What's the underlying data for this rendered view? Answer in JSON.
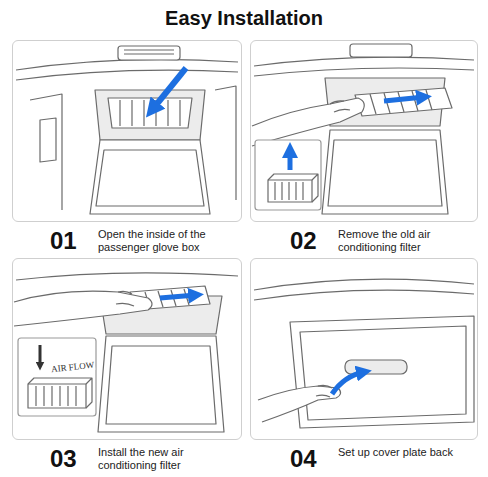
{
  "diagram": {
    "title": "Easy Installation",
    "nodes": [
      {
        "text": [
          "01",
          "Open the inside of the passenger glove box"
        ]
      },
      {
        "text": [
          "02",
          "Remove the old air conditioning filter"
        ]
      },
      {
        "text": [
          "03",
          "Install the new air conditioning filter"
        ]
      },
      {
        "text": [
          "04",
          "Set up cover plate back"
        ]
      }
    ],
    "labels": [
      "AIR FLOW"
    ]
  }
}
